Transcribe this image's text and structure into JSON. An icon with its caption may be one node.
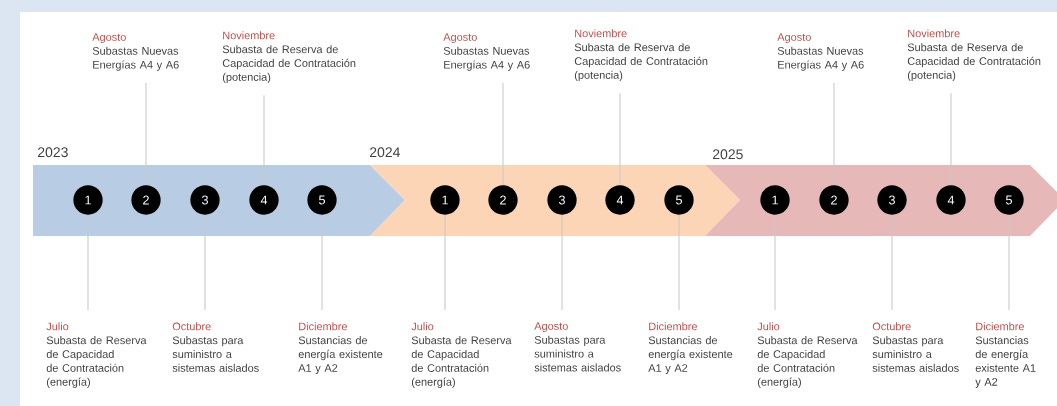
{
  "diagram": {
    "nodes": [
      {
        "text": [
          "2023"
        ]
      },
      {
        "text": [
          "1"
        ],
        "in": 0
      },
      {
        "text": [
          "2"
        ],
        "in": 0
      },
      {
        "text": [
          "3"
        ],
        "in": 0
      },
      {
        "text": [
          "4"
        ],
        "in": 0
      },
      {
        "text": [
          "5"
        ],
        "in": 0
      },
      {
        "text": [
          "Julio",
          "Subasta de Reserva de Capacidad de Contratación (energía)"
        ]
      },
      {
        "text": [
          "Agosto",
          "Subastas Nuevas Energías A4 y A6"
        ]
      },
      {
        "text": [
          "Octubre",
          "Subastas para suministro a sistemas aislados"
        ]
      },
      {
        "text": [
          "Noviembre",
          "Subasta de Reserva de Capacidad de Contratación (potencia)"
        ]
      },
      {
        "text": [
          "Diciembre",
          "Sustancias de energía existente A1 y A2"
        ]
      },
      {
        "text": [
          "2024"
        ]
      },
      {
        "text": [
          "1"
        ],
        "in": 11
      },
      {
        "text": [
          "2"
        ],
        "in": 11
      },
      {
        "text": [
          "3"
        ],
        "in": 11
      },
      {
        "text": [
          "4"
        ],
        "in": 11
      },
      {
        "text": [
          "5"
        ],
        "in": 11
      },
      {
        "text": [
          "Julio",
          "Subasta de Reserva de Capacidad de Contratación (energía)"
        ]
      },
      {
        "text": [
          "Agosto",
          "Subastas Nuevas Energías A4 y A6"
        ]
      },
      {
        "text": [
          "Agosto",
          "Subastas para suministro a sistemas aislados"
        ]
      },
      {
        "text": [
          "Noviembre",
          "Subasta de Reserva de Capacidad de Contratación (potencia)"
        ]
      },
      {
        "text": [
          "Diciembre",
          "Sustancias de energía existente A1 y A2"
        ]
      },
      {
        "text": [
          "2025"
        ]
      },
      {
        "text": [
          "1"
        ],
        "in": 22
      },
      {
        "text": [
          "2"
        ],
        "in": 22
      },
      {
        "text": [
          "3"
        ],
        "in": 22
      },
      {
        "text": [
          "4"
        ],
        "in": 22
      },
      {
        "text": [
          "5"
        ],
        "in": 22
      },
      {
        "text": [
          "Julio",
          "Subasta de Reserva de Capacidad de Contratación (energía)"
        ]
      },
      {
        "text": [
          "Agosto",
          "Subastas Nuevas Energías A4 y A6"
        ]
      },
      {
        "text": [
          "Octubre",
          "Subastas para suministro a sistemas aislados"
        ]
      },
      {
        "text": [
          "Noviembre",
          "Subasta de Reserva de Capacidad de Contratación (potencia)"
        ]
      },
      {
        "text": [
          "Diciembre",
          "Sustancias de energía existente A1 y A2"
        ]
      }
    ],
    "edges": [
      {
        "from": 6,
        "to": 1,
        "arrow": "none"
      },
      {
        "from": 7,
        "to": 2,
        "arrow": "none"
      },
      {
        "from": 8,
        "to": 3,
        "arrow": "none"
      },
      {
        "from": 9,
        "to": 4,
        "arrow": "none"
      },
      {
        "from": 10,
        "to": 5,
        "arrow": "none"
      },
      {
        "from": 17,
        "to": 12,
        "arrow": "none"
      },
      {
        "from": 18,
        "to": 13,
        "arrow": "none"
      },
      {
        "from": 19,
        "to": 14,
        "arrow": "none"
      },
      {
        "from": 20,
        "to": 15,
        "arrow": "none"
      },
      {
        "from": 21,
        "to": 16,
        "arrow": "none"
      },
      {
        "from": 28,
        "to": 23,
        "arrow": "none"
      },
      {
        "from": 29,
        "to": 24,
        "arrow": "none"
      },
      {
        "from": 30,
        "to": 25,
        "arrow": "none"
      },
      {
        "from": 31,
        "to": 26,
        "arrow": "none"
      },
      {
        "from": 32,
        "to": 27,
        "arrow": "none"
      }
    ]
  }
}
